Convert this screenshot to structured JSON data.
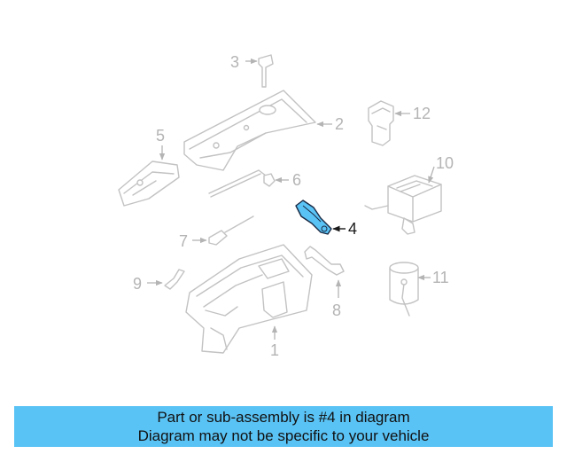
{
  "diagram": {
    "highlight_color": "#5ac3f5",
    "callouts": [
      {
        "number": "1"
      },
      {
        "number": "2"
      },
      {
        "number": "3"
      },
      {
        "number": "4"
      },
      {
        "number": "5"
      },
      {
        "number": "6"
      },
      {
        "number": "7"
      },
      {
        "number": "8"
      },
      {
        "number": "9"
      },
      {
        "number": "10"
      },
      {
        "number": "11"
      },
      {
        "number": "12"
      }
    ]
  },
  "banner": {
    "line1": "Part or sub-assembly is #4 in diagram",
    "line2": "Diagram may not be specific to your vehicle",
    "background": "#5ac3f5"
  }
}
